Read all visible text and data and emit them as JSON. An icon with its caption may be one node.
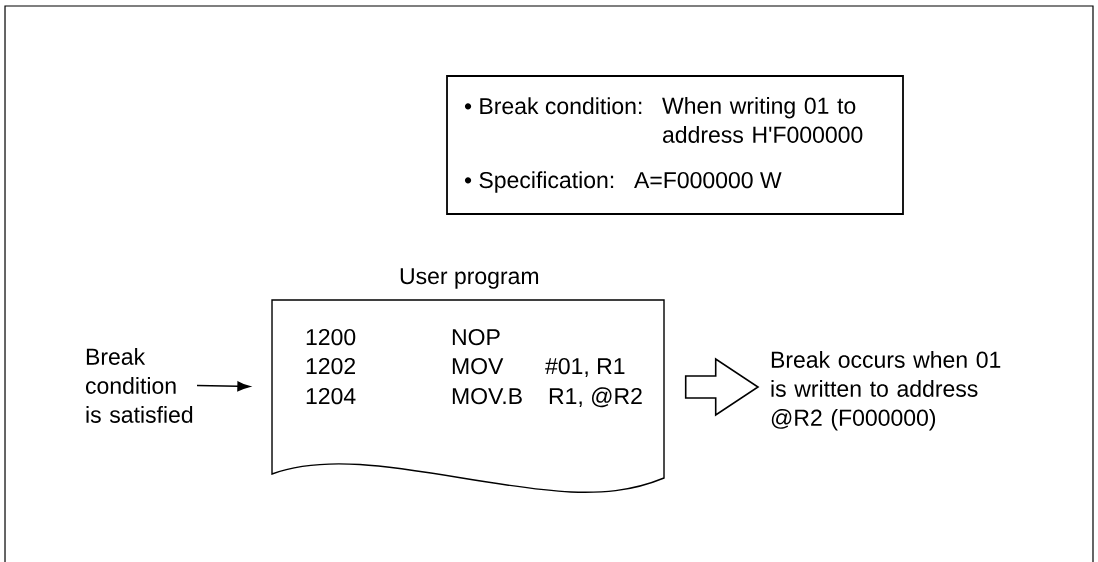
{
  "diagram": {
    "nodes": [
      {
        "text": [
          "• Break condition:",
          "When writing 01 to address H'F000000",
          "• Specification:",
          "A=F000000 W"
        ]
      },
      {
        "text": [
          "User program",
          "1200",
          "NOP",
          "1202",
          "MOV",
          "#01, R1",
          "1204",
          "MOV.B",
          "R1, @R2"
        ]
      },
      {
        "text": [
          "Break condition is satisfied"
        ]
      },
      {
        "text": [
          "Break occurs when 01 is written to address @R2 (F000000)"
        ]
      }
    ],
    "edges": [
      {
        "from": 2,
        "to": 1,
        "arrow": "to"
      },
      {
        "from": 1,
        "to": 3,
        "arrow": "to",
        "style": "thick"
      }
    ]
  }
}
